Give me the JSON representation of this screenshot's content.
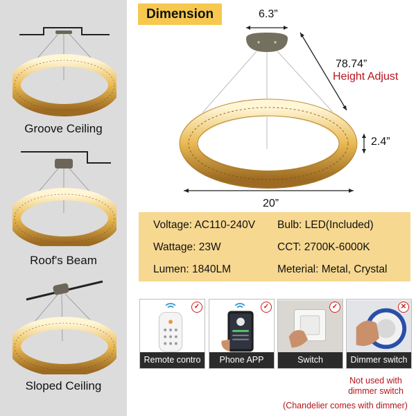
{
  "mounting": [
    {
      "caption": "Groove Ceiling",
      "icon": "groove-ceiling-icon"
    },
    {
      "caption": "Roof's Beam",
      "icon": "roof-beam-icon"
    },
    {
      "caption": "Sloped Ceiling",
      "icon": "sloped-ceiling-icon"
    }
  ],
  "dimension": {
    "title": "Dimension",
    "canopy_width": "6.3”",
    "height_value": "78.74”",
    "height_label": "Height Adjust",
    "ring_height": "2.4”",
    "ring_width": "20”"
  },
  "specs": [
    {
      "left": "Voltage: AC110-240V",
      "right": "Bulb: LED(Included)"
    },
    {
      "left": "Wattage: 23W",
      "right": "CCT: 2700K-6000K"
    },
    {
      "left": "Lumen: 1840LM",
      "right": "Meterial: Metal, Crystal"
    }
  ],
  "controls": [
    {
      "caption": "Remote contro",
      "status": "✓",
      "icon": "remote-control-icon"
    },
    {
      "caption": "Phone APP",
      "status": "✓",
      "icon": "phone-app-icon"
    },
    {
      "caption": "Switch",
      "status": "✓",
      "icon": "wall-switch-icon"
    },
    {
      "caption": "Dimmer switch",
      "status": "✕",
      "icon": "dimmer-switch-icon"
    }
  ],
  "notes": {
    "not_used": "Not used with\ndimmer switch",
    "comes_with": "(Chandelier comes with dimmer)"
  },
  "colors": {
    "accent": "#f6c84f",
    "spec_bg": "#f7d891",
    "red": "#b5141b",
    "gold": "#d9a441"
  }
}
